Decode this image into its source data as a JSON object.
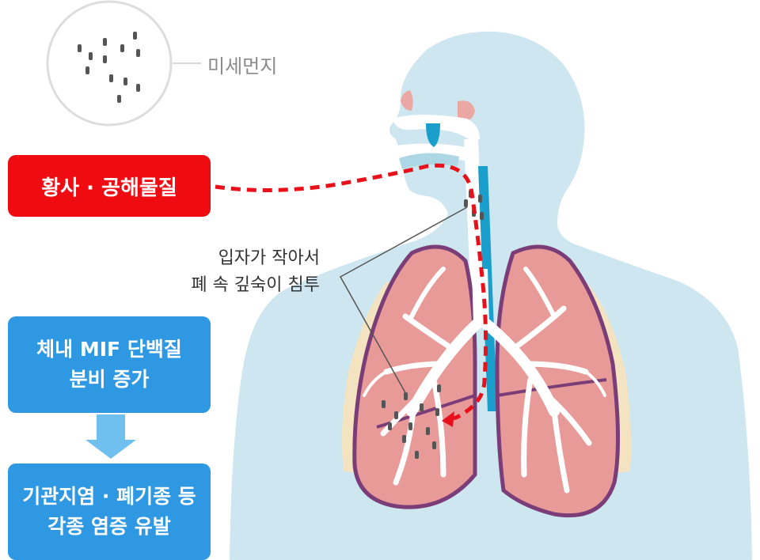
{
  "dust": {
    "label": "미세먼지"
  },
  "boxes": {
    "source": "황사 · 공해물질",
    "secretion": {
      "line1": "체내 MIF 단백질",
      "line2": "분비 증가"
    },
    "disease": {
      "line1": "기관지염 · 폐기종 등",
      "line2": "각종 염증 유발"
    }
  },
  "annotation": {
    "line1": "입자가 작아서",
    "line2": "폐 속 깊숙이 침투"
  },
  "colors": {
    "body": "#cde6ef",
    "lung_fill": "#e89a98",
    "lung_outline": "#7a3d78",
    "airway": "#1a9fcd",
    "pathway": "#e8101a",
    "source_box": "#ee0c12",
    "info_box": "#2f98e3",
    "arrow": "#6fc0ef",
    "pleura": "#f3e3c0"
  }
}
